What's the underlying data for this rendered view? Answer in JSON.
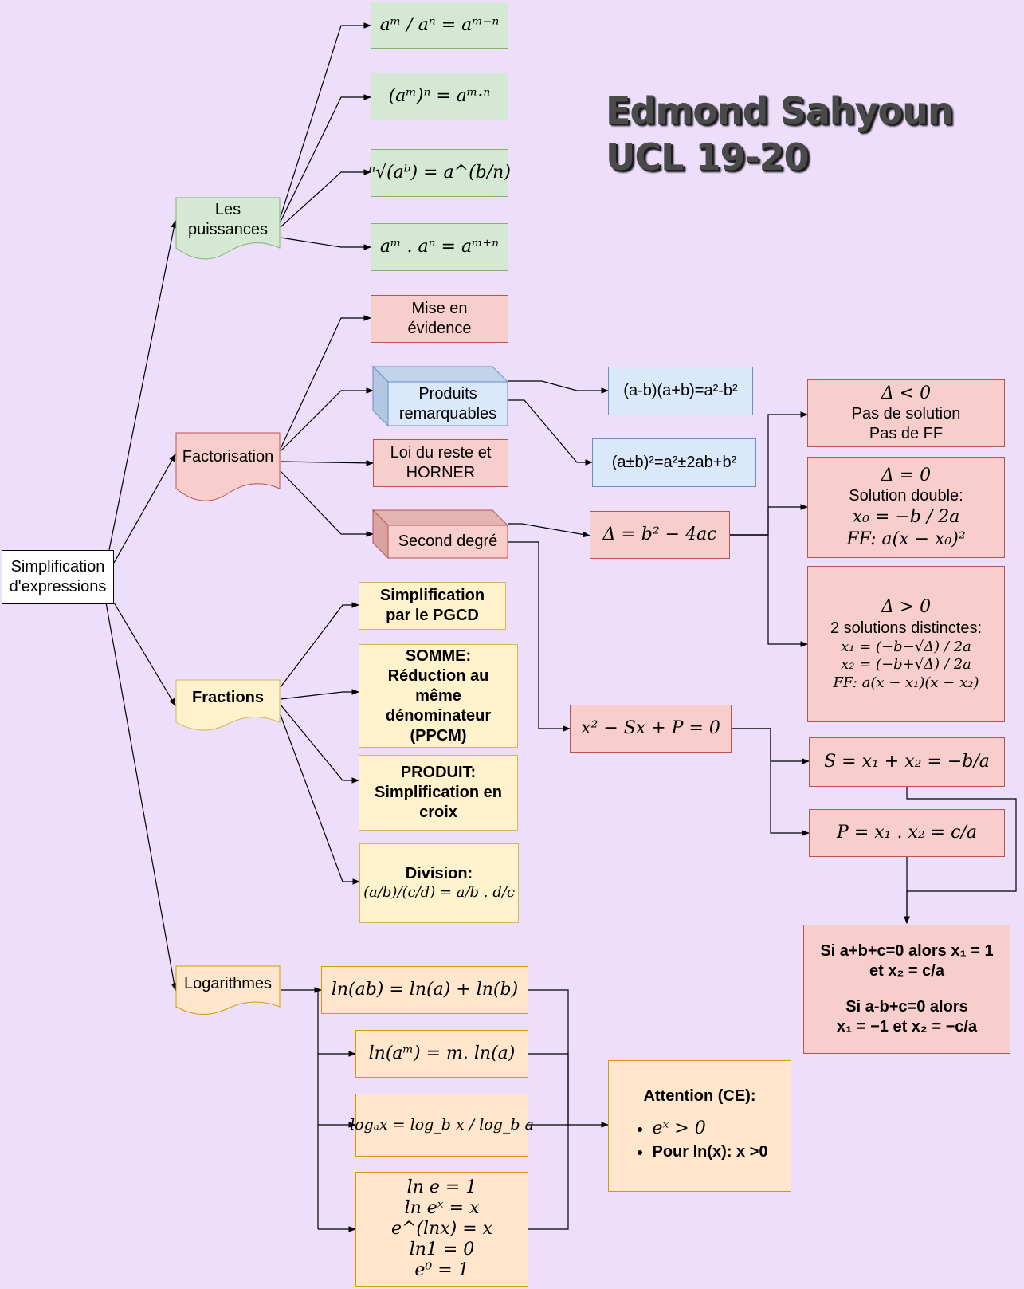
{
  "author": {
    "name": "Edmond Sahyoun",
    "subtitle": "UCL 19-20"
  },
  "root": "Simplification d'expressions",
  "puissances": {
    "label_line1": "Les",
    "label_line2": "puissances",
    "rules": [
      "aᵐ / aⁿ = aᵐ⁻ⁿ",
      "(aᵐ)ⁿ = aᵐ·ⁿ",
      "ⁿ√(aᵇ) = a^(b/n)",
      "aᵐ . aⁿ = aᵐ⁺ⁿ"
    ]
  },
  "factorisation": {
    "label": "Factorisation",
    "mise_line1": "Mise en",
    "mise_line2": "évidence",
    "produits_line1": "Produits",
    "produits_line2": "remarquables",
    "produit1": "(a-b)(a+b)=a²-b²",
    "produit2": "(a±b)²=a²±2ab+b²",
    "horner_line1": "Loi du reste et",
    "horner_line2": "HORNER",
    "second_degre": "Second degré",
    "delta": "Δ = b² − 4ac",
    "neg_title": "Δ < 0",
    "neg_line1": "Pas de solution",
    "neg_line2": "Pas de FF",
    "zero_title": "Δ = 0",
    "zero_line1": "Solution double:",
    "zero_x0": "x₀ = −b / 2a",
    "zero_ff": "FF: a(x − x₀)²",
    "pos_title": "Δ > 0",
    "pos_line1": "2 solutions distinctes:",
    "pos_x1": "x₁ = (−b−√Δ) / 2a",
    "pos_x2": "x₂ = (−b+√Δ) / 2a",
    "pos_ff": "FF: a(x − x₁)(x − x₂)",
    "sp_eq": "x² − Sx + P = 0",
    "s_eq": "S = x₁ + x₂ = −b/a",
    "p_eq": "P = x₁ . x₂ = c/a",
    "abc_1": "Si a+b+c=0 alors x₁ = 1",
    "abc_2": "et x₂ = c/a",
    "abc_3": "Si a-b+c=0 alors",
    "abc_4": "x₁ = −1 et x₂ = −c/a"
  },
  "fractions": {
    "label": "Fractions",
    "pgcd_line1": "Simplification",
    "pgcd_line2": "par le PGCD",
    "somme_line1": "SOMME:",
    "somme_line2": "Réduction au",
    "somme_line3": "même",
    "somme_line4": "dénominateur",
    "somme_line5": "(PPCM)",
    "produit_line1": "PRODUIT:",
    "produit_line2": "Simplification en",
    "produit_line3": "croix",
    "division_title": "Division:",
    "division_eq": "(a/b)/(c/d) = a/b . d/c"
  },
  "logarithmes": {
    "label": "Logarithmes",
    "rule1": "ln(ab) = ln(a) + ln(b)",
    "rule2": "ln(aᵐ) = m. ln(a)",
    "rule3": "logₐx = log_b x / log_b a",
    "id1": "ln e = 1",
    "id2": "ln eˣ = x",
    "id3": "e^(lnx) = x",
    "id4": "ln1 = 0",
    "id5": "e⁰ = 1",
    "attention_title": "Attention (CE):",
    "attention_item1": "eˣ > 0",
    "attention_item2": "Pour ln(x): x >0"
  },
  "colors": {
    "background": "#EDDFFB",
    "green": "#D5E8D4",
    "red": "#F8CECC",
    "blue": "#DAE8FC",
    "yellow": "#FFF2CC",
    "orange": "#FFE6CC"
  }
}
